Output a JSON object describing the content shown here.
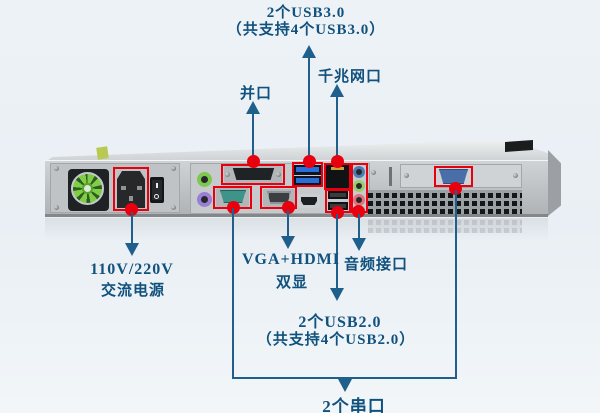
{
  "annotations": {
    "usb3": {
      "line1": "2个USB3.0",
      "line2": "（共支持4个USB3.0）"
    },
    "parallel": {
      "text": "并口"
    },
    "lan": {
      "text": "千兆网口"
    },
    "power": {
      "line1": "110V/220V",
      "line2": "交流电源"
    },
    "display": {
      "line1": "VGA+HDMI",
      "line2": "双显"
    },
    "audio": {
      "text": "音频接口"
    },
    "usb2": {
      "line1": "2个USB2.0",
      "line2": "（共支持4个USB2.0）"
    },
    "serial": {
      "text": "2个串口"
    }
  },
  "colors": {
    "background": "#edf2f6",
    "annotation_line": "#1e5f8c",
    "annotation_text": "#10517d",
    "highlight_red": "#e8000f",
    "chassis_gray": "#c2c6c9",
    "usb3_blue": "#2a6fd8",
    "ps2_green": "#7ec850",
    "ps2_purple": "#9b7fd4",
    "audio_line_in_blue": "#4a7fb5",
    "audio_line_out_green": "#9acc6e",
    "audio_mic_pink": "#e0707c",
    "fan_blade_green": "#7fce45",
    "serial_connector_teal": "#3f948a",
    "serial_connector_blue": "#4a6fa8"
  }
}
